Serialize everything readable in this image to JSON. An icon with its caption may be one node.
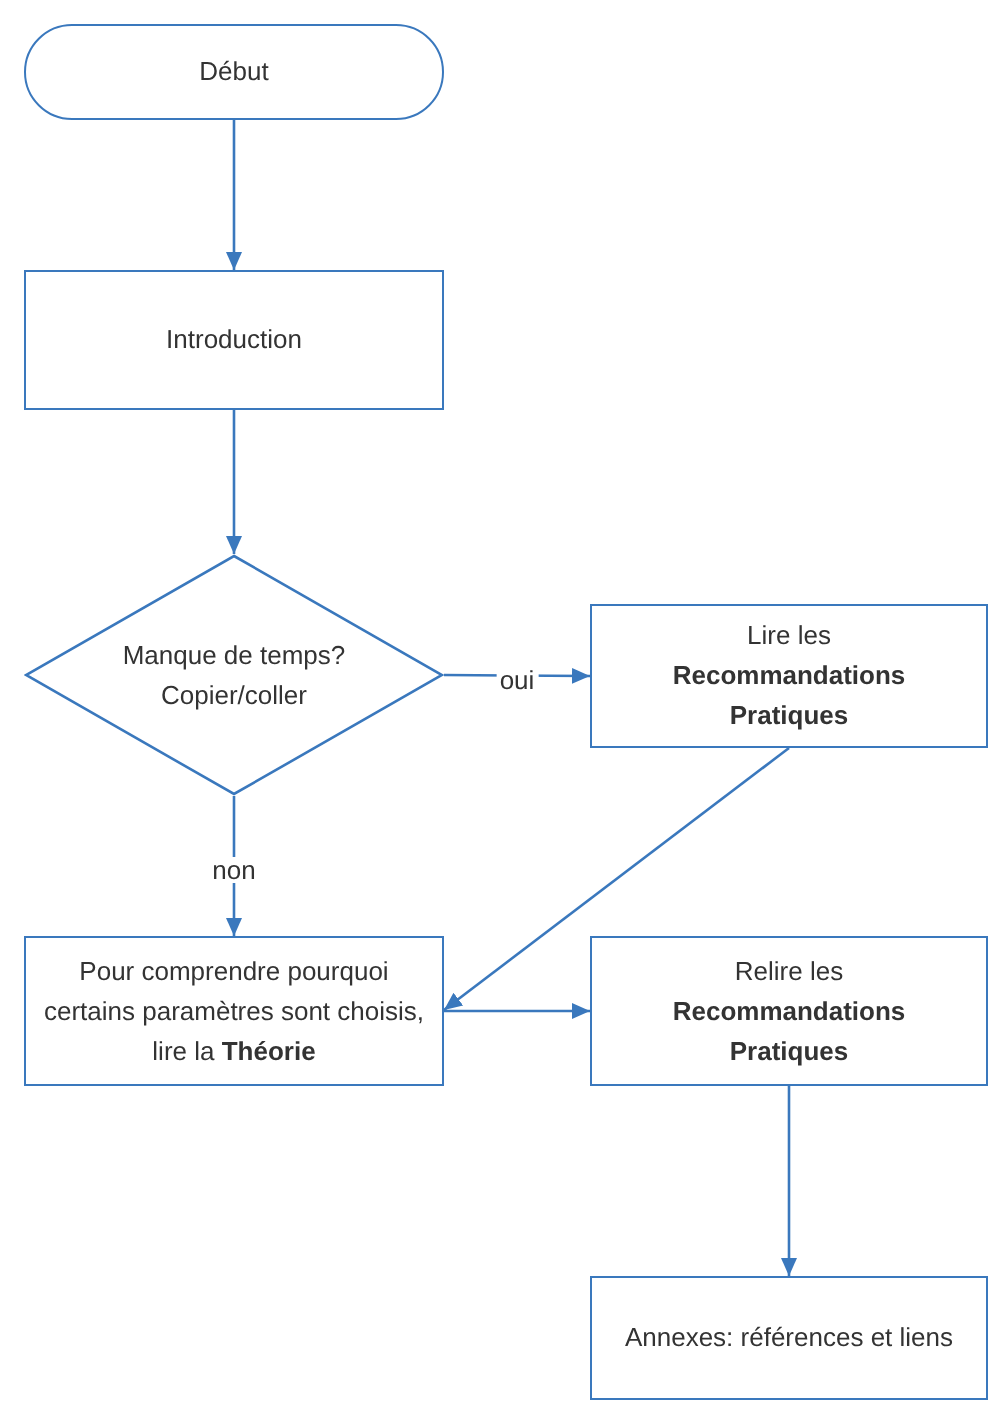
{
  "diagram": {
    "nodes": [
      {
        "text": [
          "Début"
        ]
      },
      {
        "text": [
          "Introduction"
        ]
      },
      {
        "text": [
          "Manque de temps? Copier/coller"
        ]
      },
      {
        "text": [
          "Lire les **Recommandations Pratiques**"
        ]
      },
      {
        "text": [
          "Pour comprendre pourquoi certains paramètres sont choisis, lire la **Théorie**"
        ]
      },
      {
        "text": [
          "Relire les **Recommandations Pratiques**"
        ]
      },
      {
        "text": [
          "Annexes: références et liens"
        ]
      }
    ],
    "edges": [
      {
        "from": 0,
        "to": 1,
        "arrow": "to"
      },
      {
        "from": 1,
        "to": 2,
        "arrow": "to"
      },
      {
        "from": 2,
        "to": 3,
        "arrow": "to",
        "label": "oui"
      },
      {
        "from": 2,
        "to": 4,
        "arrow": "to",
        "label": "non"
      },
      {
        "from": 3,
        "to": 4,
        "arrow": "to"
      },
      {
        "from": 4,
        "to": 5,
        "arrow": "to"
      },
      {
        "from": 5,
        "to": 6,
        "arrow": "to"
      }
    ]
  }
}
